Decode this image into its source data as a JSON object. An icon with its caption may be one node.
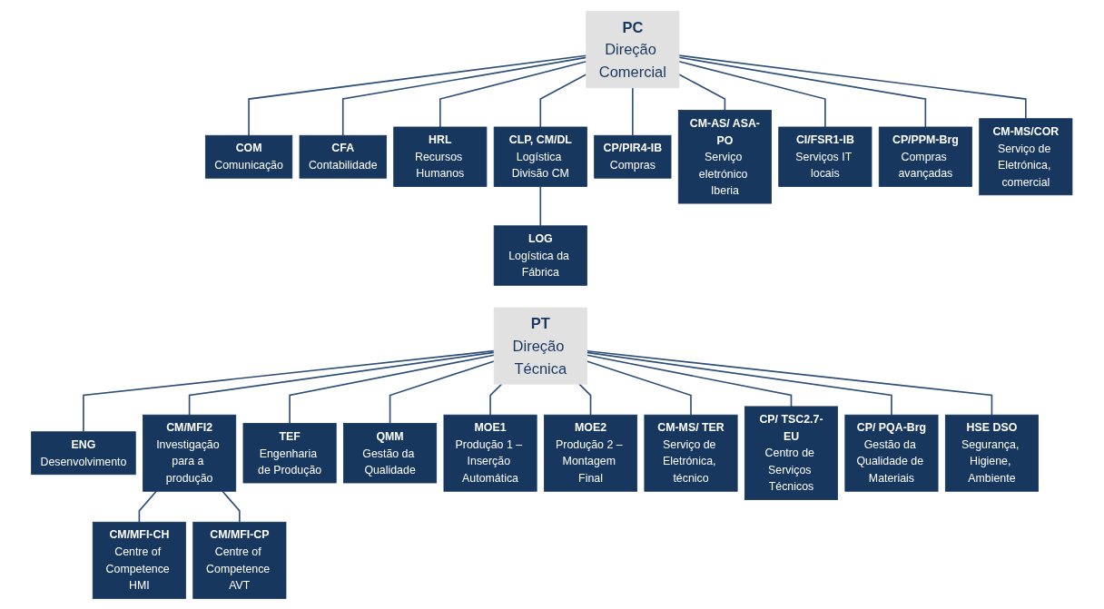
{
  "diagram": {
    "nodes": [
      {
        "text": [
          "PC",
          "Direção Comercial"
        ]
      },
      {
        "text": [
          "COM",
          "Comunicação"
        ]
      },
      {
        "text": [
          "CFA",
          "Contabilidade"
        ]
      },
      {
        "text": [
          "HRL",
          "Recursos Humanos"
        ]
      },
      {
        "text": [
          "CLP, CM/DL",
          "Logística Divisão CM"
        ]
      },
      {
        "text": [
          "LOG",
          "Logística da Fábrica"
        ]
      },
      {
        "text": [
          "CP/PIR4-IB",
          "Compras"
        ]
      },
      {
        "text": [
          "CM-AS/ ASA-PO",
          "Serviço eletrónico Iberia"
        ]
      },
      {
        "text": [
          "CI/FSR1-IB",
          "Serviços IT locais"
        ]
      },
      {
        "text": [
          "CP/PPM-Brg",
          "Compras avançadas"
        ]
      },
      {
        "text": [
          "CM-MS/COR",
          "Serviço de Eletrónica, comercial"
        ]
      },
      {
        "text": [
          "PT",
          "Direção Técnica"
        ]
      },
      {
        "text": [
          "ENG",
          "Desenvolvimento"
        ]
      },
      {
        "text": [
          "CM/MFI2",
          "Investigação para a produção"
        ]
      },
      {
        "text": [
          "CM/MFI-CH",
          "Centre of Competence HMI"
        ]
      },
      {
        "text": [
          "CM/MFI-CP",
          "Centre of Competence AVT"
        ]
      },
      {
        "text": [
          "TEF",
          "Engenharia de Produção"
        ]
      },
      {
        "text": [
          "QMM",
          "Gestão da Qualidade"
        ]
      },
      {
        "text": [
          "MOE1",
          "Produção 1 – Inserção Automática"
        ]
      },
      {
        "text": [
          "MOE2",
          "Produção 2 – Montagem Final"
        ]
      },
      {
        "text": [
          "CM-MS/ TER",
          "Serviço de Eletrónica, técnico"
        ]
      },
      {
        "text": [
          "CP/ TSC2.7-EU",
          "Centro de Serviços Técnicos"
        ]
      },
      {
        "text": [
          "CP/ PQA-Brg",
          "Gestão da Qualidade de Materiais"
        ]
      },
      {
        "text": [
          "HSE DSO",
          "Segurança, Higiene, Ambiente"
        ]
      }
    ],
    "edges": [
      {
        "from": 0,
        "to": 1,
        "arrow": "none"
      },
      {
        "from": 0,
        "to": 2,
        "arrow": "none"
      },
      {
        "from": 0,
        "to": 3,
        "arrow": "none"
      },
      {
        "from": 0,
        "to": 4,
        "arrow": "none"
      },
      {
        "from": 4,
        "to": 5,
        "arrow": "none"
      },
      {
        "from": 0,
        "to": 6,
        "arrow": "none"
      },
      {
        "from": 0,
        "to": 7,
        "arrow": "none"
      },
      {
        "from": 0,
        "to": 8,
        "arrow": "none"
      },
      {
        "from": 0,
        "to": 9,
        "arrow": "none"
      },
      {
        "from": 0,
        "to": 10,
        "arrow": "none"
      },
      {
        "from": 11,
        "to": 12,
        "arrow": "none"
      },
      {
        "from": 11,
        "to": 13,
        "arrow": "none"
      },
      {
        "from": 13,
        "to": 14,
        "arrow": "none"
      },
      {
        "from": 13,
        "to": 15,
        "arrow": "none"
      },
      {
        "from": 11,
        "to": 16,
        "arrow": "none"
      },
      {
        "from": 11,
        "to": 17,
        "arrow": "none"
      },
      {
        "from": 11,
        "to": 18,
        "arrow": "none"
      },
      {
        "from": 11,
        "to": 19,
        "arrow": "none"
      },
      {
        "from": 11,
        "to": 20,
        "arrow": "none"
      },
      {
        "from": 11,
        "to": 21,
        "arrow": "none"
      },
      {
        "from": 11,
        "to": 22,
        "arrow": "none"
      },
      {
        "from": 11,
        "to": 23,
        "arrow": "none"
      }
    ]
  }
}
